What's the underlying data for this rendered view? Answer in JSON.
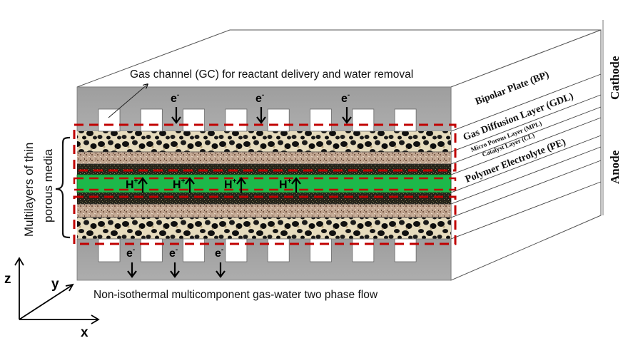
{
  "title_annotation": "Gas channel (GC) for reactant delivery and water removal",
  "bottom_annotation": "Non-isothermal multicomponent gas-water two phase flow",
  "left_brace_label": [
    "Multilayers of thin",
    "porous media"
  ],
  "sides": {
    "cathode": "Cathode",
    "anode": "Anode"
  },
  "layer_labels": [
    {
      "id": "bp",
      "text": "Bipolar Plate (BP)"
    },
    {
      "id": "gdl",
      "text": "Gas Diffusion Layer (GDL)"
    },
    {
      "id": "mpl",
      "text": "Micro Porous Layer (MPL)"
    },
    {
      "id": "cl",
      "text": "Catalyst Layer (CL)"
    },
    {
      "id": "pe",
      "text": "Polymer Electrolyte (PE)"
    }
  ],
  "species": {
    "electron": "e",
    "electron_sup": "-",
    "proton": "H",
    "proton_sup": "+"
  },
  "axes": {
    "x": "x",
    "y": "y",
    "z": "z"
  },
  "channels": {
    "top_count": 8,
    "bottom_count": 8
  },
  "colors": {
    "bipolar_plate": "#a3a3a3",
    "membrane": "#1db84a",
    "dashed_box": "#c00000",
    "gdl_base": "#e8dcc0",
    "mpl_base": "#b89a84",
    "cl_base": "#2e2a1c",
    "line": "#333333"
  }
}
